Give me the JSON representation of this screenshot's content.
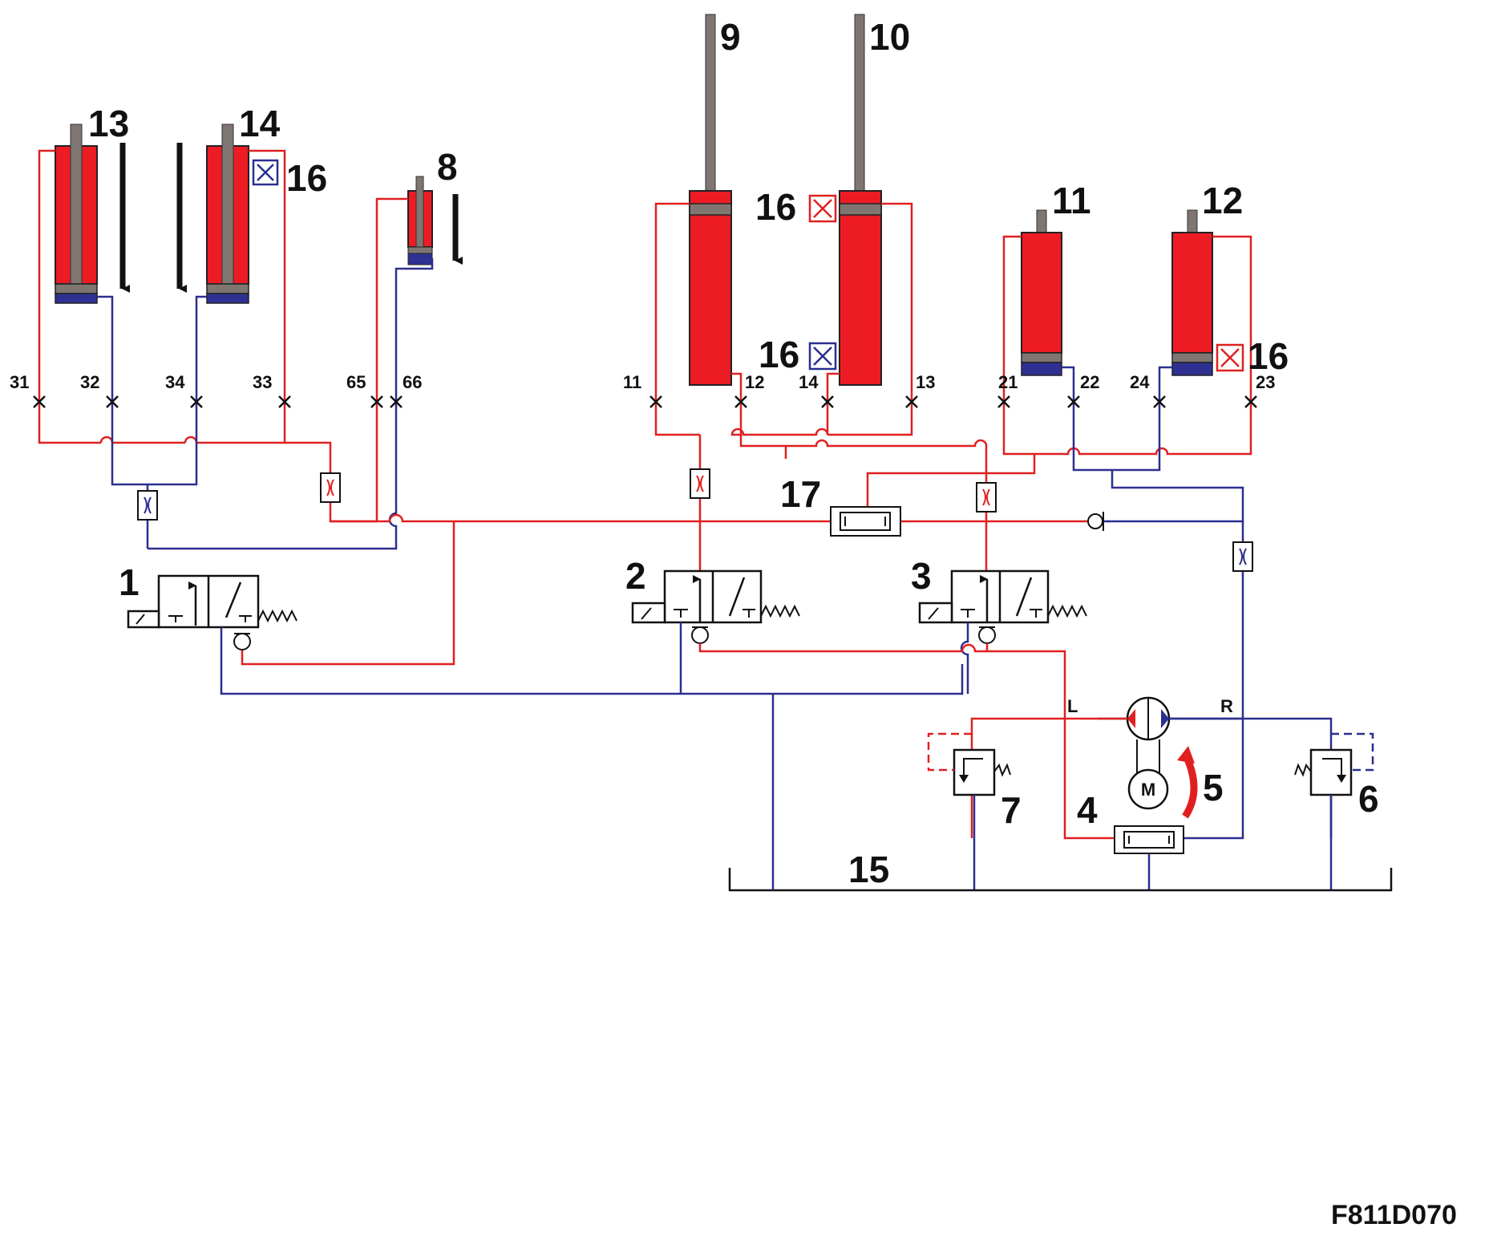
{
  "colors": {
    "pressure": "#e02020",
    "return": "#2b2f8f",
    "cylinder_body": "#ed1c24",
    "piston_cap": "#2e3192",
    "rod": "#7f7672"
  },
  "components": {
    "valve_1": "1",
    "valve_2": "2",
    "valve_3": "3",
    "filter_4": "4",
    "pump_5": "5",
    "relief_6": "6",
    "relief_7": "7",
    "cylinder_8": "8",
    "cylinder_9": "9",
    "cylinder_10": "10",
    "cylinder_11": "11",
    "cylinder_12": "12",
    "cylinder_13": "13",
    "cylinder_14": "14",
    "reservoir_15": "15",
    "bleed_16_a": "16",
    "bleed_16_b": "16",
    "bleed_16_c": "16",
    "bleed_16_d": "16",
    "filter_17": "17"
  },
  "ports": {
    "p31": "31",
    "p32": "32",
    "p34": "34",
    "p33": "33",
    "p65": "65",
    "p66": "66",
    "p11": "11",
    "p12": "12",
    "p14": "14",
    "p13": "13",
    "p21": "21",
    "p22": "22",
    "p24": "24",
    "p23": "23"
  },
  "pump": {
    "motor": "M",
    "left_port": "L",
    "right_port": "R"
  },
  "drawing_code": "F811D070"
}
